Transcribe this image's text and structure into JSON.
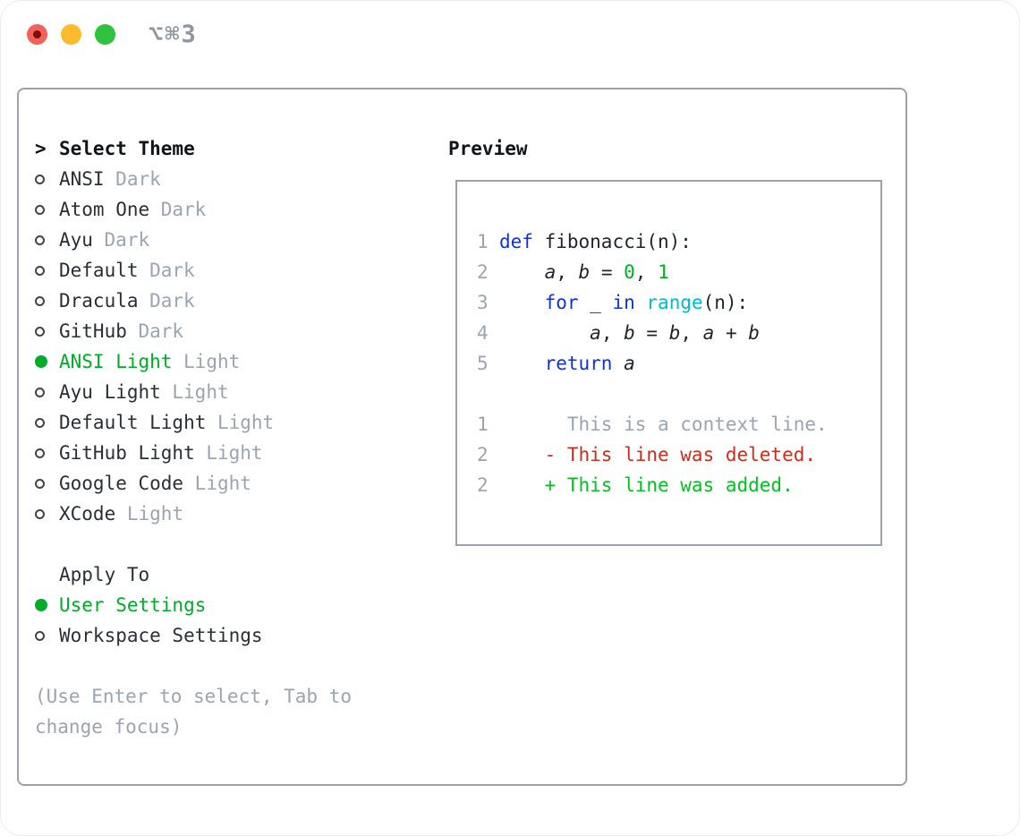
{
  "window": {
    "title": "⌥⌘3",
    "traffic_lights": {
      "close": "close",
      "minimize": "minimize",
      "zoom": "zoom"
    }
  },
  "theme_panel": {
    "header_prefix": ">",
    "header": "Select Theme",
    "themes": [
      {
        "name": "ANSI",
        "variant": "Dark",
        "selected": false
      },
      {
        "name": "Atom One",
        "variant": "Dark",
        "selected": false
      },
      {
        "name": "Ayu",
        "variant": "Dark",
        "selected": false
      },
      {
        "name": "Default",
        "variant": "Dark",
        "selected": false
      },
      {
        "name": "Dracula",
        "variant": "Dark",
        "selected": false
      },
      {
        "name": "GitHub",
        "variant": "Dark",
        "selected": false
      },
      {
        "name": "ANSI Light",
        "variant": "Light",
        "selected": true
      },
      {
        "name": "Ayu Light",
        "variant": "Light",
        "selected": false
      },
      {
        "name": "Default Light",
        "variant": "Light",
        "selected": false
      },
      {
        "name": "GitHub Light",
        "variant": "Light",
        "selected": false
      },
      {
        "name": "Google Code",
        "variant": "Light",
        "selected": false
      },
      {
        "name": "XCode",
        "variant": "Light",
        "selected": false
      }
    ],
    "apply_to": {
      "header": "Apply To",
      "options": [
        {
          "label": "User Settings",
          "selected": true
        },
        {
          "label": "Workspace Settings",
          "selected": false
        }
      ]
    },
    "help_text": "(Use Enter to select, Tab to change focus)"
  },
  "preview": {
    "header": "Preview",
    "lines": [
      {
        "num": "1",
        "segments": [
          {
            "text": "def",
            "color": "keyword"
          },
          {
            "text": " fibonacci(n):"
          }
        ]
      },
      {
        "num": "2",
        "segments": [
          {
            "text": "    "
          },
          {
            "text": "a",
            "italic": true
          },
          {
            "text": ", "
          },
          {
            "text": "b",
            "italic": true
          },
          {
            "text": " = "
          },
          {
            "text": "0",
            "color": "number"
          },
          {
            "text": ", "
          },
          {
            "text": "1",
            "color": "number"
          }
        ]
      },
      {
        "num": "3",
        "segments": [
          {
            "text": "    "
          },
          {
            "text": "for",
            "color": "keyword"
          },
          {
            "text": " _ "
          },
          {
            "text": "in",
            "color": "keyword"
          },
          {
            "text": " "
          },
          {
            "text": "range",
            "color": "builtin"
          },
          {
            "text": "(n):"
          }
        ]
      },
      {
        "num": "4",
        "segments": [
          {
            "text": "        "
          },
          {
            "text": "a",
            "italic": true
          },
          {
            "text": ", "
          },
          {
            "text": "b",
            "italic": true
          },
          {
            "text": " = "
          },
          {
            "text": "b",
            "italic": true
          },
          {
            "text": ", "
          },
          {
            "text": "a",
            "italic": true
          },
          {
            "text": " + "
          },
          {
            "text": "b",
            "italic": true
          }
        ]
      },
      {
        "num": "5",
        "segments": [
          {
            "text": "    "
          },
          {
            "text": "return",
            "color": "keyword"
          },
          {
            "text": " "
          },
          {
            "text": "a",
            "italic": true
          }
        ]
      },
      {
        "num": "",
        "segments": []
      },
      {
        "num": "1",
        "segments": [
          {
            "text": "      This is a context line.",
            "color": "context"
          }
        ]
      },
      {
        "num": "2",
        "segments": [
          {
            "text": "    - This line was deleted.",
            "color": "deleted"
          }
        ]
      },
      {
        "num": "2",
        "segments": [
          {
            "text": "    + This line was added.",
            "color": "added"
          }
        ]
      }
    ]
  },
  "colors": {
    "plain": "#21262c",
    "text": "#2a2f37",
    "heading": "#111418",
    "muted": "#9ba5b1",
    "selected": "#00ac29",
    "keyword": "#1134d1",
    "builtin": "#00bcc6",
    "number": "#00b31c",
    "added": "#00c320",
    "deleted": "#cc2e1b",
    "context": "#9ba5b1",
    "line_number": "#9ba5b1",
    "border": "#9aa3ad",
    "title": "#8e969e",
    "radio_outline": "#3f454d",
    "traffic_red": "#f4605a",
    "traffic_red_dot": "#7e0d05",
    "traffic_yellow": "#fcbb2f",
    "traffic_green": "#2ec23e"
  }
}
